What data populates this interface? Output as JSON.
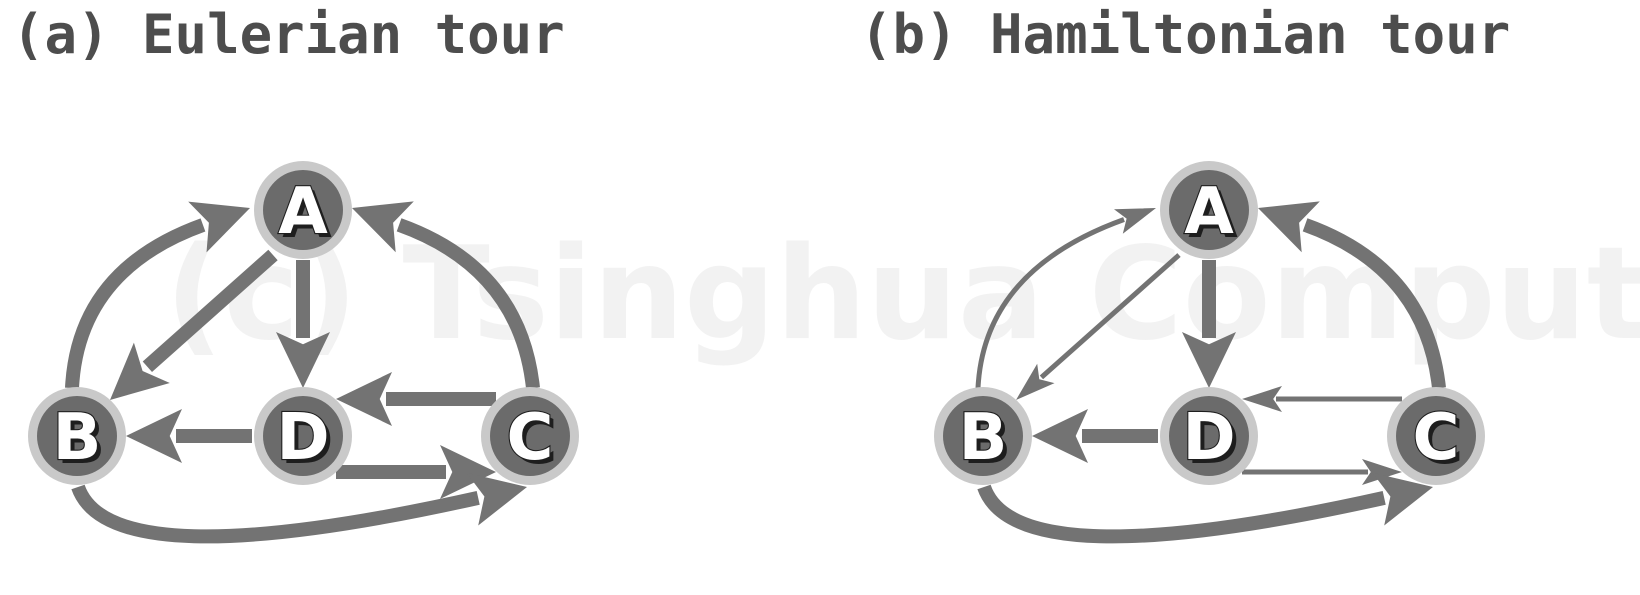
{
  "panels": [
    {
      "id": "a",
      "title": "(a) Eulerian tour"
    },
    {
      "id": "b",
      "title": "(b) Hamiltonian tour"
    }
  ],
  "watermark": "(c) Tsinghua Computer",
  "nodes": [
    "A",
    "B",
    "C",
    "D"
  ],
  "edges": [
    {
      "panel": "a",
      "from": "B",
      "to": "A",
      "emphasis": "bold"
    },
    {
      "panel": "a",
      "from": "C",
      "to": "A",
      "emphasis": "bold"
    },
    {
      "panel": "a",
      "from": "A",
      "to": "B",
      "emphasis": "bold"
    },
    {
      "panel": "a",
      "from": "A",
      "to": "D",
      "emphasis": "bold"
    },
    {
      "panel": "a",
      "from": "C",
      "to": "D",
      "emphasis": "bold"
    },
    {
      "panel": "a",
      "from": "D",
      "to": "B",
      "emphasis": "bold"
    },
    {
      "panel": "a",
      "from": "D",
      "to": "C",
      "emphasis": "bold"
    },
    {
      "panel": "a",
      "from": "B",
      "to": "C",
      "emphasis": "bold"
    },
    {
      "panel": "b",
      "from": "B",
      "to": "A",
      "emphasis": "thin"
    },
    {
      "panel": "b",
      "from": "C",
      "to": "A",
      "emphasis": "bold"
    },
    {
      "panel": "b",
      "from": "A",
      "to": "B",
      "emphasis": "thin"
    },
    {
      "panel": "b",
      "from": "A",
      "to": "D",
      "emphasis": "bold"
    },
    {
      "panel": "b",
      "from": "C",
      "to": "D",
      "emphasis": "thin"
    },
    {
      "panel": "b",
      "from": "D",
      "to": "B",
      "emphasis": "bold"
    },
    {
      "panel": "b",
      "from": "D",
      "to": "C",
      "emphasis": "thin"
    },
    {
      "panel": "b",
      "from": "B",
      "to": "C",
      "emphasis": "bold"
    }
  ],
  "colors": {
    "edge": "#737373",
    "node_fill": "#6b6b6b",
    "node_ring": "#c9c9c9",
    "title_text": "#4d4d4d"
  }
}
